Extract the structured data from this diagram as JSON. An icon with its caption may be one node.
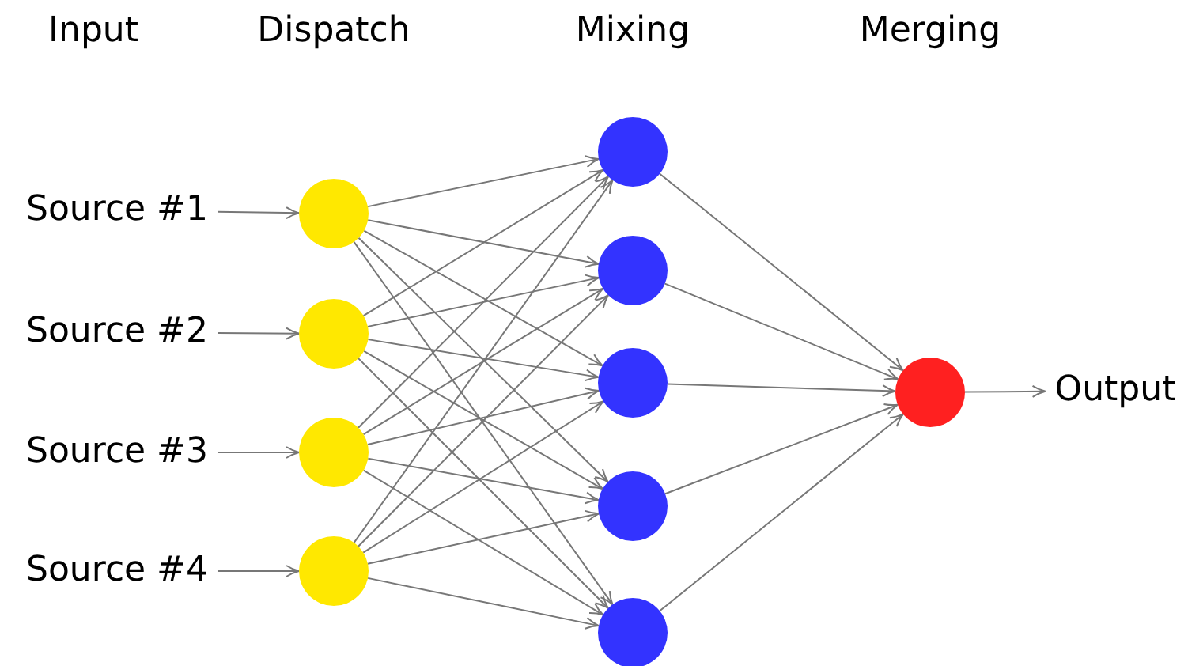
{
  "diagram": {
    "nodes": [
      {
        "text": [
          "Source #1"
        ]
      },
      {
        "text": [
          "Source #2"
        ]
      },
      {
        "text": [
          "Source #3"
        ]
      },
      {
        "text": [
          "Source #4"
        ]
      },
      {
        "text": [],
        "shape": "circle"
      },
      {
        "text": [],
        "shape": "circle"
      },
      {
        "text": [],
        "shape": "circle"
      },
      {
        "text": [],
        "shape": "circle"
      },
      {
        "text": [],
        "shape": "circle"
      },
      {
        "text": [],
        "shape": "circle"
      },
      {
        "text": [],
        "shape": "circle"
      },
      {
        "text": [],
        "shape": "circle"
      },
      {
        "text": [],
        "shape": "circle"
      },
      {
        "text": [],
        "shape": "circle"
      },
      {
        "text": [
          "Output"
        ]
      }
    ],
    "edges": [
      {
        "from": 0,
        "to": 4,
        "arrow": "to"
      },
      {
        "from": 1,
        "to": 5,
        "arrow": "to"
      },
      {
        "from": 2,
        "to": 6,
        "arrow": "to"
      },
      {
        "from": 3,
        "to": 7,
        "arrow": "to"
      },
      {
        "from": 4,
        "to": 8,
        "arrow": "to"
      },
      {
        "from": 4,
        "to": 9,
        "arrow": "to"
      },
      {
        "from": 4,
        "to": 10,
        "arrow": "to"
      },
      {
        "from": 4,
        "to": 11,
        "arrow": "to"
      },
      {
        "from": 4,
        "to": 12,
        "arrow": "to"
      },
      {
        "from": 5,
        "to": 8,
        "arrow": "to"
      },
      {
        "from": 5,
        "to": 9,
        "arrow": "to"
      },
      {
        "from": 5,
        "to": 10,
        "arrow": "to"
      },
      {
        "from": 5,
        "to": 11,
        "arrow": "to"
      },
      {
        "from": 5,
        "to": 12,
        "arrow": "to"
      },
      {
        "from": 6,
        "to": 8,
        "arrow": "to"
      },
      {
        "from": 6,
        "to": 9,
        "arrow": "to"
      },
      {
        "from": 6,
        "to": 10,
        "arrow": "to"
      },
      {
        "from": 6,
        "to": 11,
        "arrow": "to"
      },
      {
        "from": 6,
        "to": 12,
        "arrow": "to"
      },
      {
        "from": 7,
        "to": 8,
        "arrow": "to"
      },
      {
        "from": 7,
        "to": 9,
        "arrow": "to"
      },
      {
        "from": 7,
        "to": 10,
        "arrow": "to"
      },
      {
        "from": 7,
        "to": 11,
        "arrow": "to"
      },
      {
        "from": 7,
        "to": 12,
        "arrow": "to"
      },
      {
        "from": 8,
        "to": 13,
        "arrow": "to"
      },
      {
        "from": 9,
        "to": 13,
        "arrow": "to"
      },
      {
        "from": 10,
        "to": 13,
        "arrow": "to"
      },
      {
        "from": 11,
        "to": 13,
        "arrow": "to"
      },
      {
        "from": 12,
        "to": 13,
        "arrow": "to"
      },
      {
        "from": 13,
        "to": 14,
        "arrow": "to"
      }
    ],
    "labels": [
      "Input",
      "Dispatch",
      "Mixing",
      "Merging"
    ]
  }
}
